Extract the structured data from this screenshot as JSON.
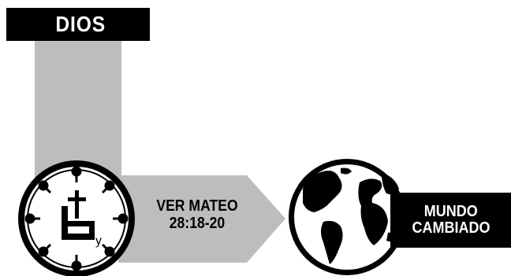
{
  "diagram": {
    "source_label": "DIOS",
    "reference_line1": "VER MATEO",
    "reference_line2": "28:18-20",
    "target_line1": "MUNDO",
    "target_line2": "CAMBIADO",
    "clock_symbol_letter": "y",
    "icons": [
      "clock-cross-icon",
      "globe-icon"
    ],
    "colors": {
      "label_bg": "#000000",
      "label_text": "#ffffff",
      "arrow_fill": "#bdbdbd",
      "outline": "#000000"
    }
  }
}
